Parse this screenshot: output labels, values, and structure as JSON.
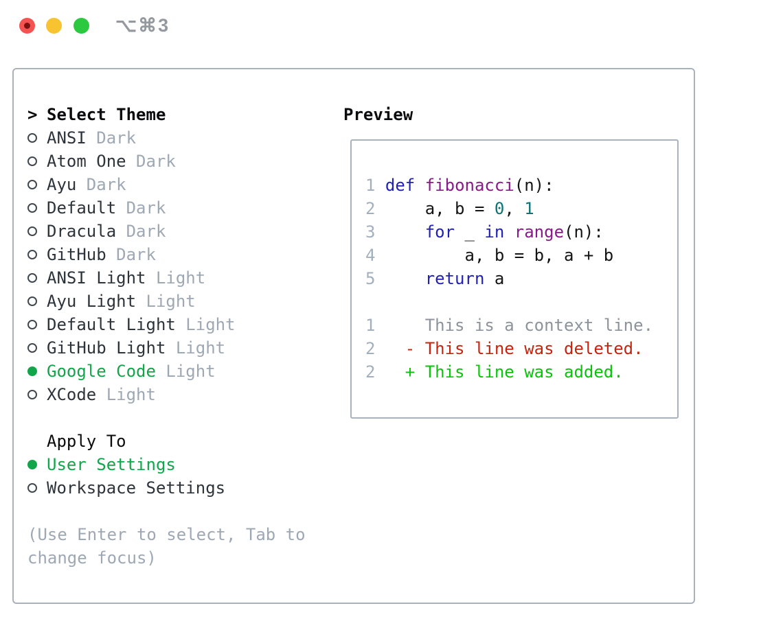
{
  "titlebar": {
    "shortcut": "⌥⌘3",
    "traffic_colors": {
      "close": "#f45352",
      "close_dot": "#7c1113",
      "minimize": "#f8c330",
      "zoom": "#2bc840"
    }
  },
  "theme_picker": {
    "title_prefix": ">",
    "title": "Select Theme",
    "items": [
      {
        "name": "ANSI",
        "variant": "Dark",
        "selected": false
      },
      {
        "name": "Atom One",
        "variant": "Dark",
        "selected": false
      },
      {
        "name": "Ayu",
        "variant": "Dark",
        "selected": false
      },
      {
        "name": "Default",
        "variant": "Dark",
        "selected": false
      },
      {
        "name": "Dracula",
        "variant": "Dark",
        "selected": false
      },
      {
        "name": "GitHub",
        "variant": "Dark",
        "selected": false
      },
      {
        "name": "ANSI Light",
        "variant": "Light",
        "selected": false
      },
      {
        "name": "Ayu Light",
        "variant": "Light",
        "selected": false
      },
      {
        "name": "Default Light",
        "variant": "Light",
        "selected": false
      },
      {
        "name": "GitHub Light",
        "variant": "Light",
        "selected": false
      },
      {
        "name": "Google Code",
        "variant": "Light",
        "selected": true
      },
      {
        "name": "XCode",
        "variant": "Light",
        "selected": false
      }
    ],
    "apply_to": {
      "title": "Apply To",
      "options": [
        {
          "label": "User Settings",
          "selected": true
        },
        {
          "label": "Workspace Settings",
          "selected": false
        }
      ]
    },
    "hint": "(Use Enter to select, Tab to change focus)"
  },
  "preview": {
    "title": "Preview",
    "colors": {
      "keyword": "#2222b2",
      "title": "#871b87",
      "number": "#0c7474",
      "plain": "#141414",
      "line_number": "#a4afbd",
      "context": "#8d939b",
      "deleted": "#c3250f",
      "added": "#0cc30c"
    },
    "code_lines": [
      {
        "num": "1",
        "tokens": [
          {
            "t": "def",
            "c": "keyword"
          },
          {
            "t": " ",
            "c": "plain"
          },
          {
            "t": "fibonacci",
            "c": "title"
          },
          {
            "t": "(n):",
            "c": "plain"
          }
        ]
      },
      {
        "num": "2",
        "tokens": [
          {
            "t": "    a, b = ",
            "c": "plain"
          },
          {
            "t": "0",
            "c": "number"
          },
          {
            "t": ", ",
            "c": "plain"
          },
          {
            "t": "1",
            "c": "number"
          }
        ]
      },
      {
        "num": "3",
        "tokens": [
          {
            "t": "    ",
            "c": "plain"
          },
          {
            "t": "for",
            "c": "keyword"
          },
          {
            "t": " _ ",
            "c": "plain"
          },
          {
            "t": "in",
            "c": "keyword"
          },
          {
            "t": " ",
            "c": "plain"
          },
          {
            "t": "range",
            "c": "title"
          },
          {
            "t": "(n):",
            "c": "plain"
          }
        ]
      },
      {
        "num": "4",
        "tokens": [
          {
            "t": "        a, b = b, a + b",
            "c": "plain"
          }
        ]
      },
      {
        "num": "5",
        "tokens": [
          {
            "t": "    ",
            "c": "plain"
          },
          {
            "t": "return",
            "c": "keyword"
          },
          {
            "t": " a",
            "c": "plain"
          }
        ]
      }
    ],
    "diff_lines": [
      {
        "num": "1",
        "body": "     This is a context line.",
        "kind": "context"
      },
      {
        "num": "2",
        "body": "   - This line was deleted.",
        "kind": "deleted"
      },
      {
        "num": "2",
        "body": "   + This line was added.",
        "kind": "added"
      }
    ]
  }
}
